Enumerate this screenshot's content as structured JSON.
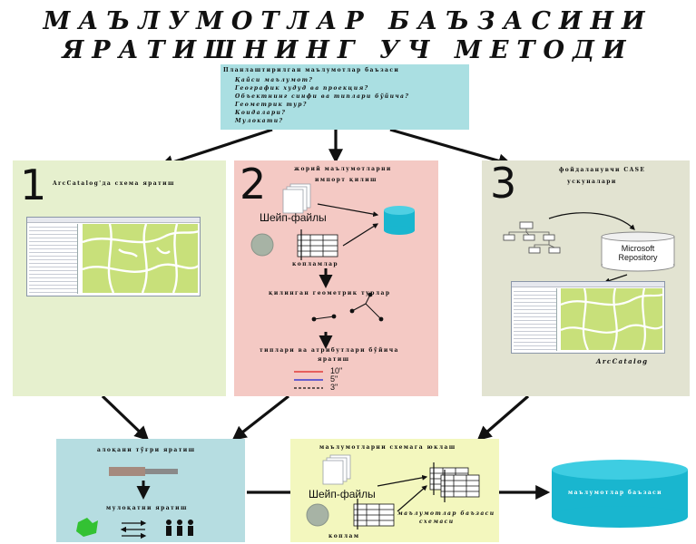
{
  "title": {
    "line1": "МАЪЛУМОТЛАР БАЪЗАСИНИ",
    "line2": "ЯРАТИШНИНГ УЧ МЕТОДИ"
  },
  "planning": {
    "heading": "Планлаштирилган маълумотлар баъзаси",
    "questions": [
      "Қайси маълумот?",
      "Географик худуд ва проекция?",
      "Объектнинг синфи ва типлари бўйича?",
      "Геометрик тур?",
      "Коидалари?",
      "Мулокати?"
    ]
  },
  "method1": {
    "number": "1",
    "label": "ArcCatalog'да схема яратиш"
  },
  "method2": {
    "number": "2",
    "label_line1": "жорий маълумотларни",
    "label_line2": "импорт қилиш",
    "shapefiles": "Шейп-файлы",
    "coverages": "копламлар",
    "geometry_label": "қилинган геометрик турлар",
    "attributes_label": "типлари ва атрибутлари бўйича",
    "attributes_label2": "яратиш",
    "legend": [
      "10\"",
      "5\"",
      "3\""
    ]
  },
  "method3": {
    "number": "3",
    "label_line1": "фойдаланувчи CASE",
    "label_line2": "ускуналари",
    "repository": "Microsoft Repository",
    "arccatalog": "ArcCatalog"
  },
  "relations": {
    "label1": "алоқани тўғри яратиш",
    "label2": "мулоқатни яратиш"
  },
  "load": {
    "heading": "маълумотларни схемага юклаш",
    "shapefiles": "Шейп-файлы",
    "db_schema_line1": "маълумотлар баъзаси",
    "db_schema_line2": "схемаси",
    "coverages": "коплам"
  },
  "database": {
    "label": "маълумотлар баъзаси"
  },
  "colors": {
    "planning_bg": "#aadfe2",
    "method1_bg": "#e6f0ce",
    "method2_bg": "#f4c9c4",
    "method3_bg": "#e2e3d1",
    "relations_bg": "#b6dde1",
    "load_bg": "#f3f7be",
    "cylinder": "#19b6cf",
    "map_fill": "#c8e07a"
  }
}
